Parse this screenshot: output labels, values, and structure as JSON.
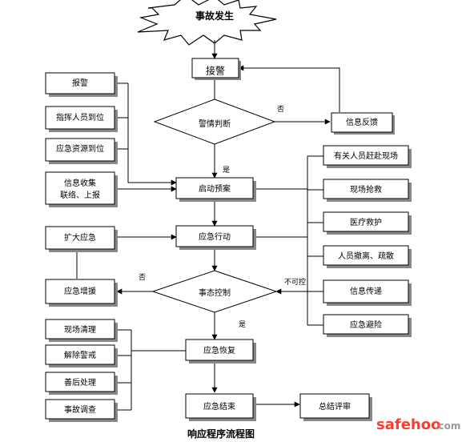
{
  "title": "事故发生",
  "caption": "响应程序流程图",
  "nodes": {
    "receive_alarm": "接警",
    "alarm_judgment": "警情判断",
    "info_feedback": "信息反馈",
    "start_plan": "启动预案",
    "emergency_action": "应急行动",
    "situation_control": "事态控制",
    "emergency_recovery": "应急恢复",
    "emergency_end": "应急结束",
    "summary_review": "总结评审",
    "report_alarm": "报警",
    "commander_arrive": "指挥人员到位",
    "resources_arrive": "应急资源到位",
    "info_collect_line1": "信息收集",
    "info_collect_line2": "联络、上报",
    "expand_emergency": "扩大应急",
    "request_reinforcement": "应急增援",
    "personnel_to_site": "有关人员赶赴现场",
    "site_rescue": "现场抢救",
    "medical_aid": "医疗救护",
    "evacuation": "人员撤离、疏散",
    "info_transfer": "信息传递",
    "emergency_avoid": "应急避险",
    "site_cleanup": "现场清理",
    "lift_alert": "解除警戒",
    "aftermath": "善后处理",
    "accident_investigation": "事故调查"
  },
  "edge_labels": {
    "no_1": "否",
    "yes_1": "是",
    "no_2": "否",
    "not_controllable": "不可控",
    "yes_2": "是"
  },
  "watermark": {
    "text_main": "safehoo",
    "text_suffix": ".com",
    "color_main": "#ff3b2f",
    "color_suffix": "#9a9a9a"
  },
  "colors": {
    "stroke": "#000000",
    "shadow": "#888888",
    "fill": "#ffffff"
  }
}
